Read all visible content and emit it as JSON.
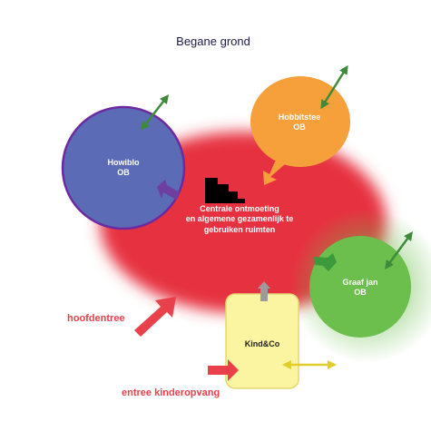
{
  "title": "Begane grond",
  "colors": {
    "center": "#e6323f",
    "howiblo": "#5b6bb5",
    "hobbitstee": "#f5a03a",
    "graaf_jan": "#6cbe4d",
    "kindco": "#fbf4a0",
    "entrance": "#e8414b"
  },
  "nodes": {
    "center": {
      "lines": [
        "Centrale ontmoeting",
        "en algemene gezamenlijk te",
        "gebruiken ruimten"
      ]
    },
    "howiblo": {
      "lines": [
        "Howiblo",
        "OB"
      ]
    },
    "hobbitstee": {
      "lines": [
        "Hobbitstee",
        "OB"
      ]
    },
    "graaf_jan": {
      "lines": [
        "Graaf jan",
        "OB"
      ]
    },
    "kindco": {
      "label": "Kind&Co"
    }
  },
  "labels": {
    "main_entrance": "hoofdentree",
    "childcare_entrance": "entree kinderopvang"
  },
  "icons": [
    "stairs-icon"
  ]
}
